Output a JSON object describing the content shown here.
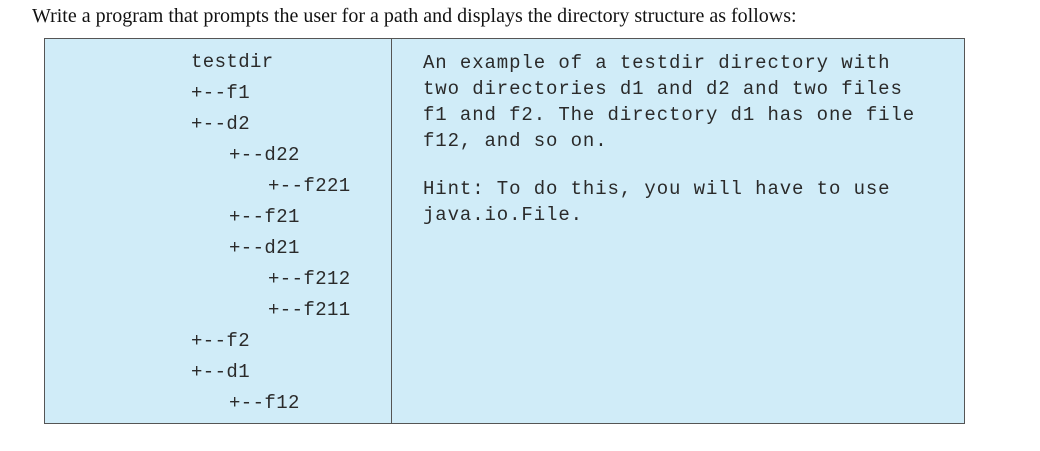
{
  "prompt": "Write a program that prompts the user for a path and displays the directory structure as follows:",
  "tree": [
    "testdir",
    "+--f1",
    "+--d2",
    "+--d22",
    "+--f221",
    "+--f21",
    "+--d21",
    "+--f212",
    "+--f211",
    "+--f2",
    "+--d1",
    "+--f12"
  ],
  "description": {
    "lines": [
      "An example of a testdir directory with",
      "two directories d1 and d2 and two files",
      "f1 and f2. The directory d1 has one file",
      "f12, and so on."
    ],
    "hint_lines": [
      "Hint: To do this, you will have to use",
      "java.io.File."
    ]
  }
}
